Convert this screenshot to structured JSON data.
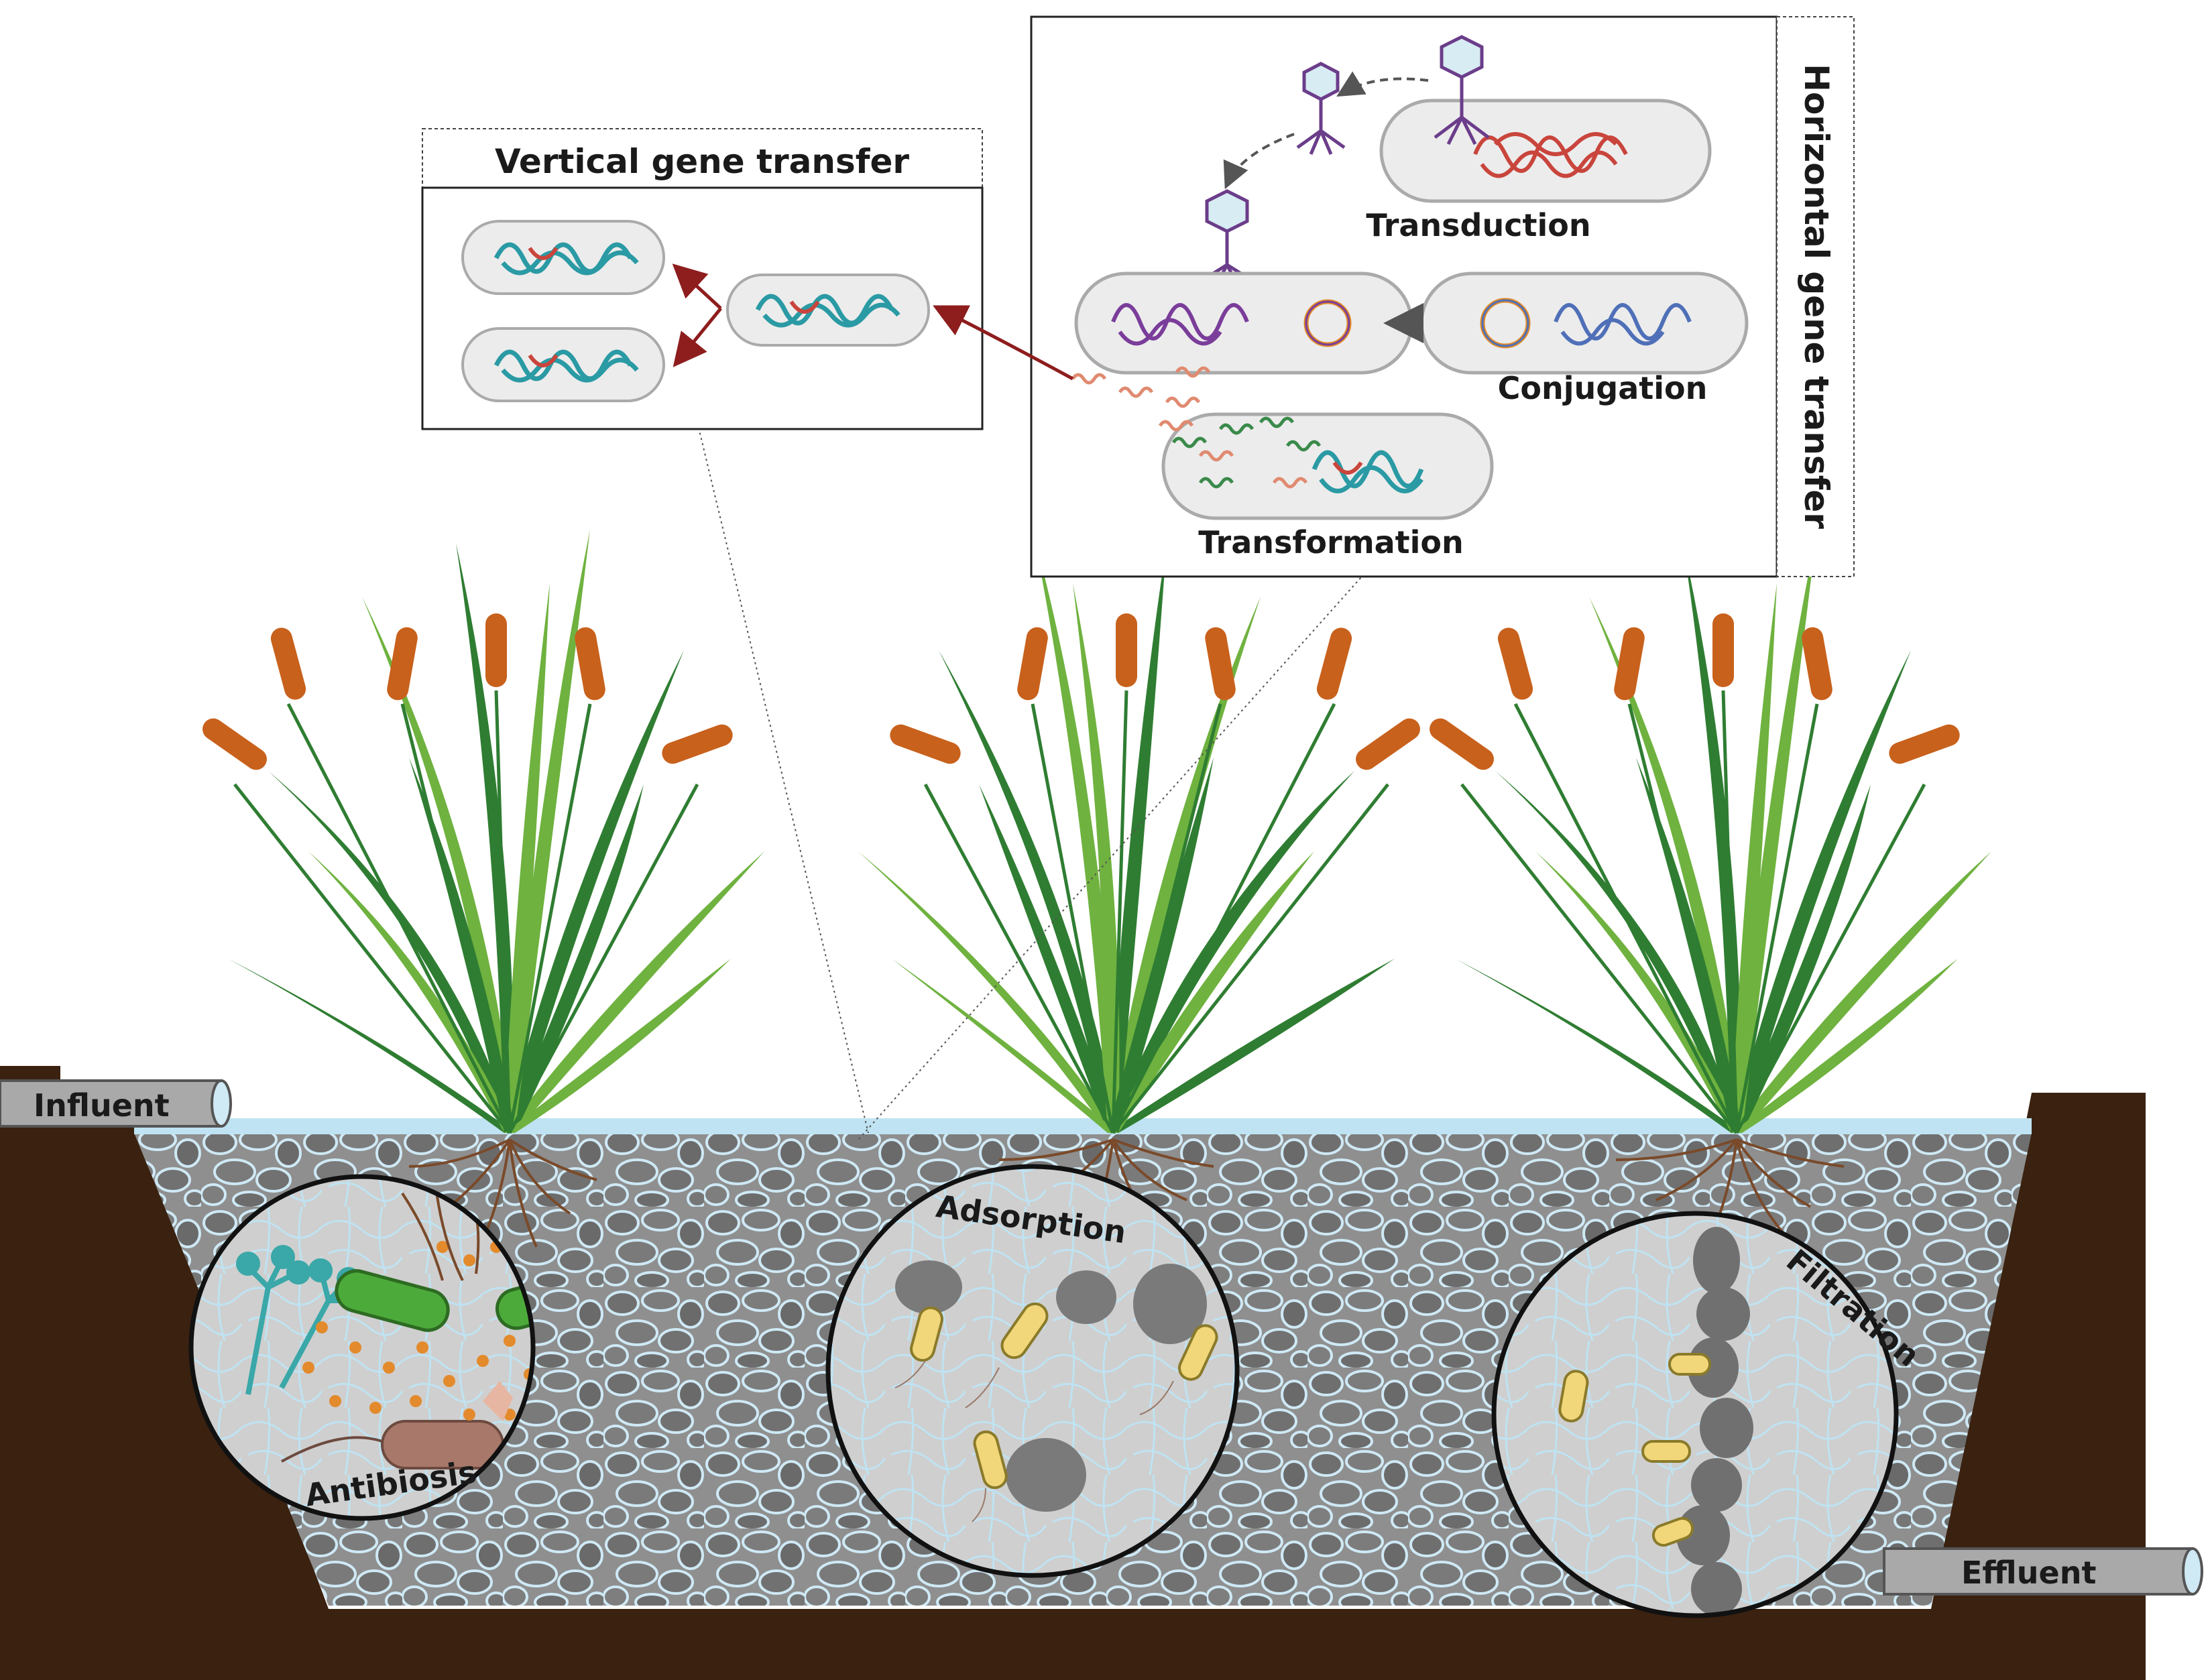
{
  "labels": {
    "vertical_title": "Vertical gene transfer",
    "horizontal_title": "Horizontal gene transfer",
    "transduction": "Transduction",
    "conjugation": "Conjugation",
    "transformation": "Transformation",
    "influent": "Influent",
    "effluent": "Effluent",
    "antibiosis": "Antibiosis",
    "adsorption": "Adsorption",
    "filtration": "Filtration"
  },
  "colors": {
    "soil": "#3a2110",
    "gravel_bg": "#9e9e9e",
    "gravel_stone": "#777777",
    "water": "#bfe3f2",
    "leaf_dark": "#2f7d32",
    "leaf_light": "#6fb23f",
    "cattail": "#c8611c",
    "dna_teal": "#2a9aa4",
    "dna_red": "#c9453c",
    "dna_blue": "#4f70b8",
    "cell_fill": "#ececec",
    "arrow": "#8e1d1d"
  }
}
